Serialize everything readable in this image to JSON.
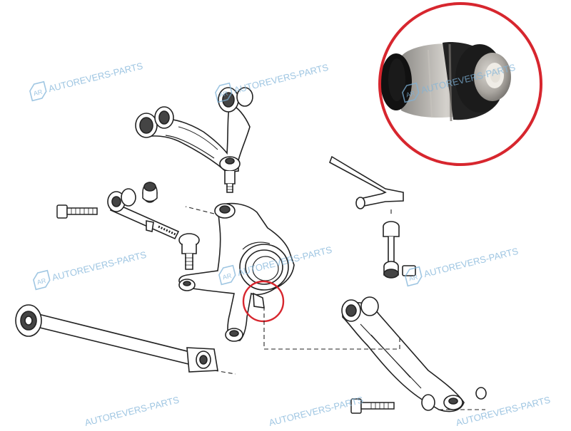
{
  "watermark": {
    "text": "AUTOREVERS-PARTS",
    "logo_text": "AR",
    "color": "#7fb3d9"
  },
  "diagram": {
    "highlight_color": "#d7262e",
    "line_color": "#222222",
    "inset_subject": "bushing-photo",
    "highlighted_part": "rear-knuckle-bushing"
  }
}
